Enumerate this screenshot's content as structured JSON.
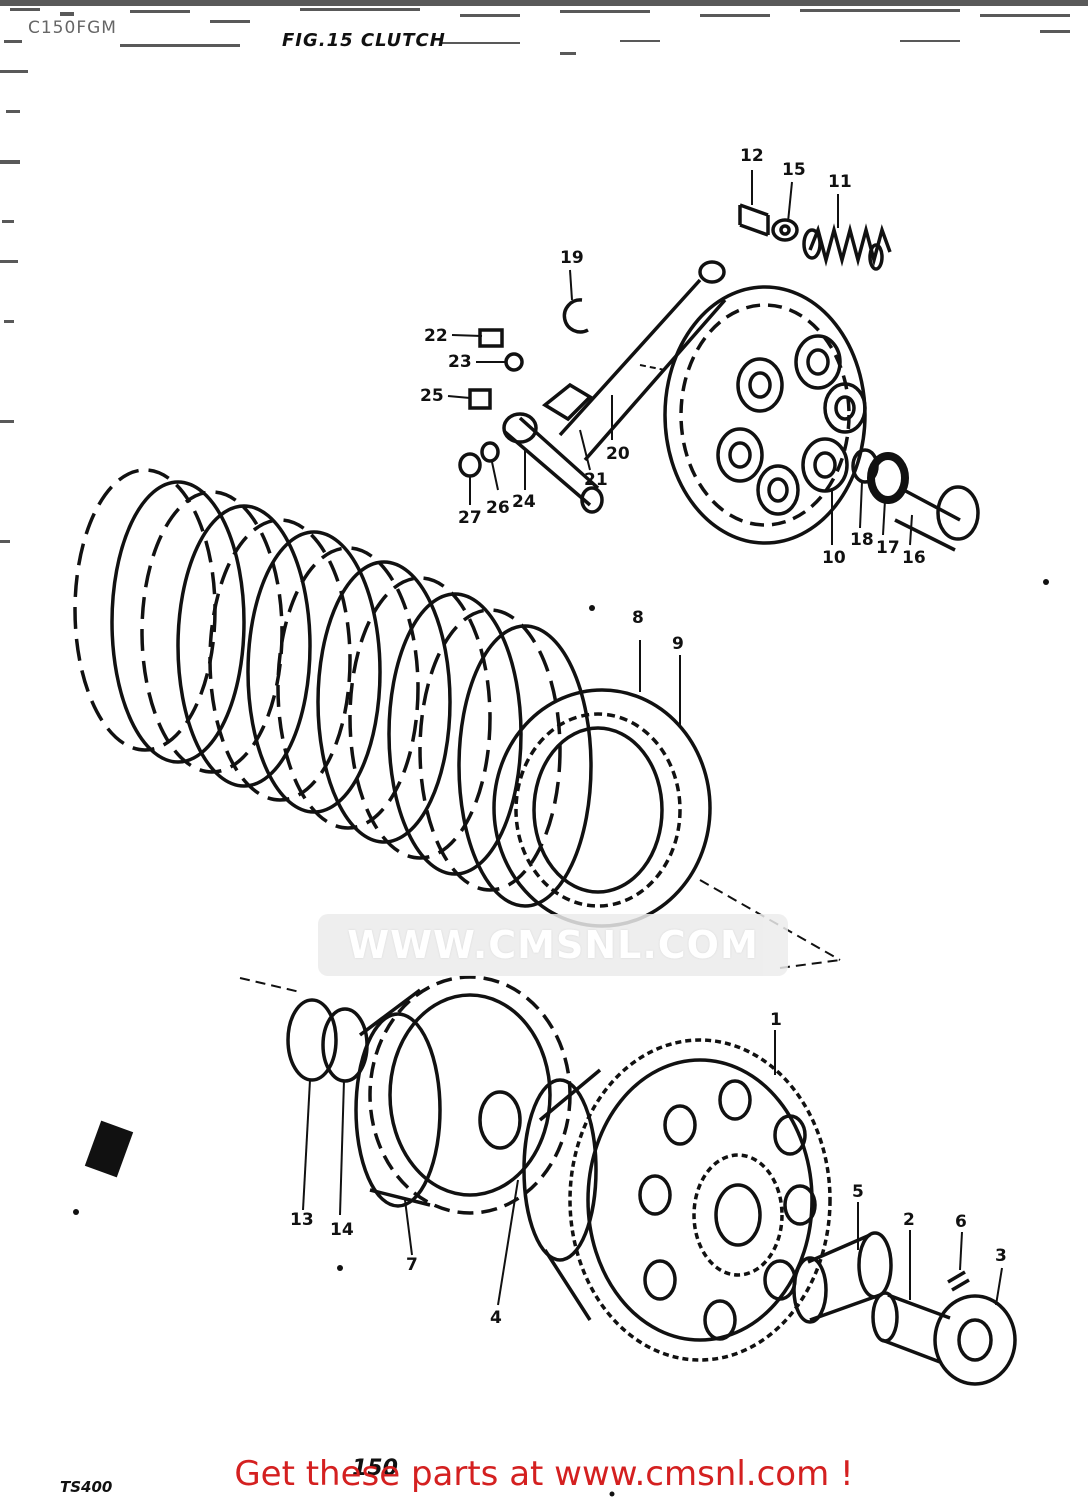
{
  "header": {
    "diagram_code": "C150FGM",
    "figure_title": "FIG.15  CLUTCH"
  },
  "footer": {
    "model": "TS400",
    "page": "150",
    "cta_text": "Get these parts at www.cmsnl.com !"
  },
  "watermark": {
    "text": "WWW.CMSNL.COM"
  },
  "part_numbers": [
    "1",
    "2",
    "3",
    "4",
    "5",
    "6",
    "7",
    "8",
    "9",
    "10",
    "11",
    "12",
    "13",
    "14",
    "15",
    "16",
    "17",
    "18",
    "19",
    "20",
    "21",
    "22",
    "23",
    "24",
    "25",
    "26",
    "27"
  ]
}
